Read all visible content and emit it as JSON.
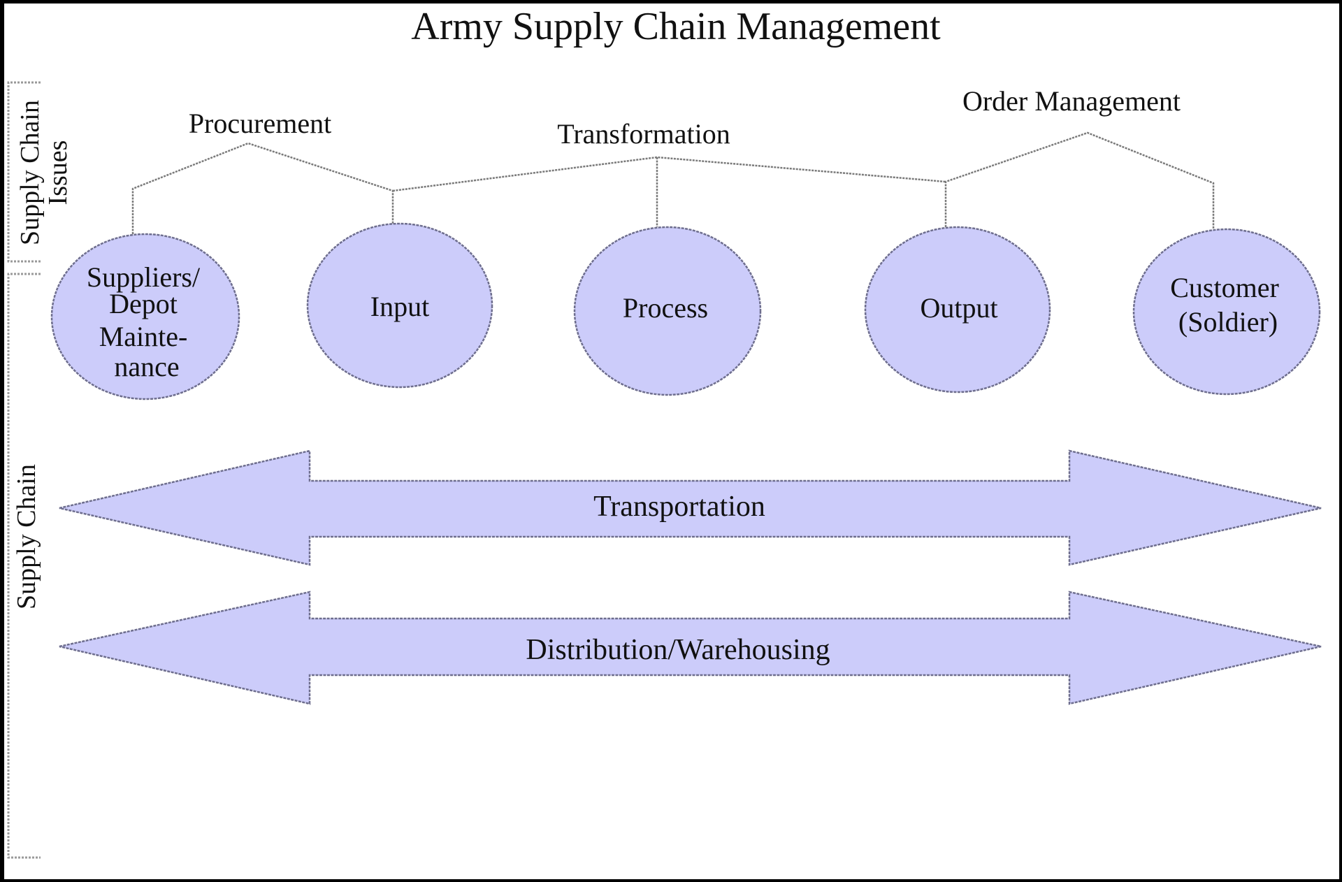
{
  "title": "Army Supply Chain Management",
  "side_labels": {
    "issues_line1": "Supply Chain",
    "issues_line2": "Issues",
    "chain": "Supply Chain"
  },
  "groups": [
    {
      "id": "procurement",
      "label": "Procurement",
      "connects": [
        "suppliers",
        "input"
      ]
    },
    {
      "id": "transformation",
      "label": "Transformation",
      "connects": [
        "input",
        "process",
        "output"
      ]
    },
    {
      "id": "order-management",
      "label": "Order Management",
      "connects": [
        "output",
        "customer"
      ]
    }
  ],
  "nodes": [
    {
      "id": "suppliers",
      "lines": [
        "Suppliers/",
        "Depot",
        "Mainte-",
        "nance"
      ]
    },
    {
      "id": "input",
      "lines": [
        "Input"
      ]
    },
    {
      "id": "process",
      "lines": [
        "Process"
      ]
    },
    {
      "id": "output",
      "lines": [
        "Output"
      ]
    },
    {
      "id": "customer",
      "lines": [
        "Customer",
        "(Soldier)"
      ]
    }
  ],
  "bands": [
    {
      "id": "transportation",
      "label": "Transportation",
      "direction": "bidirectional"
    },
    {
      "id": "distribution",
      "label": "Distribution/Warehousing",
      "direction": "bidirectional"
    }
  ],
  "colors": {
    "node_fill": "#ccccfa",
    "connector": "#7a7a7a",
    "text": "#111111",
    "frame": "#000000"
  }
}
